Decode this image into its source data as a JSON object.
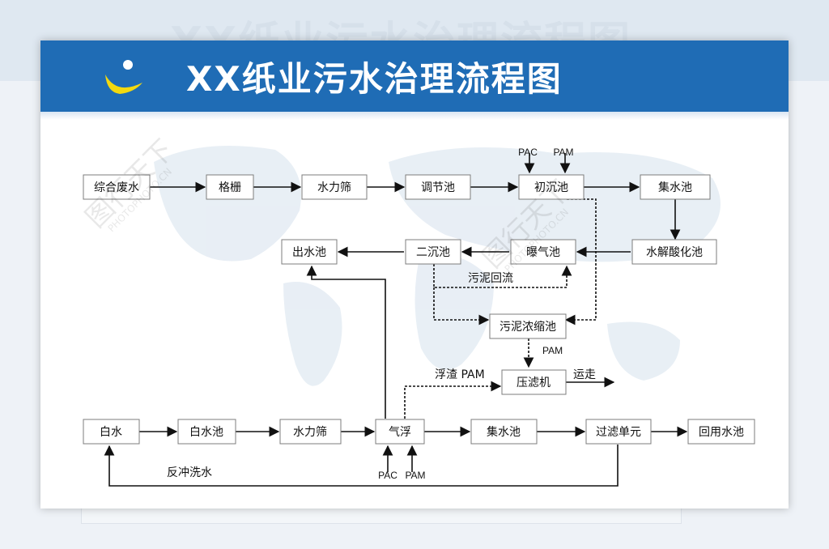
{
  "title": "XX纸业污水治理流程图",
  "colors": {
    "header": "#1f6cb5",
    "logo_yellow": "#f3d90f"
  },
  "nodes": {
    "n1": "综合废水",
    "n2": "格栅",
    "n3": "水力筛",
    "n4": "调节池",
    "n5": "初沉池",
    "n6": "集水池",
    "n7": "水解酸化池",
    "n8": "曝气池",
    "n9": "二沉池",
    "n10": "出水池",
    "n11": "污泥浓缩池",
    "n12": "压滤机",
    "n13": "白水",
    "n14": "白水池",
    "n15": "水力筛",
    "n16": "气浮",
    "n17": "集水池",
    "n18": "过滤单元",
    "n19": "回用水池"
  },
  "labels": {
    "pac1": "PAC",
    "pam1": "PAM",
    "sludge_return": "污泥回流",
    "pam2": "PAM",
    "scum_pam": "浮渣 PAM",
    "transport": "运走",
    "pac2": "PAC",
    "pam3": "PAM",
    "backwash": "反冲洗水"
  },
  "watermark": {
    "mark": "图行天下",
    "domain": "PHOTOPHOTO.CN"
  }
}
